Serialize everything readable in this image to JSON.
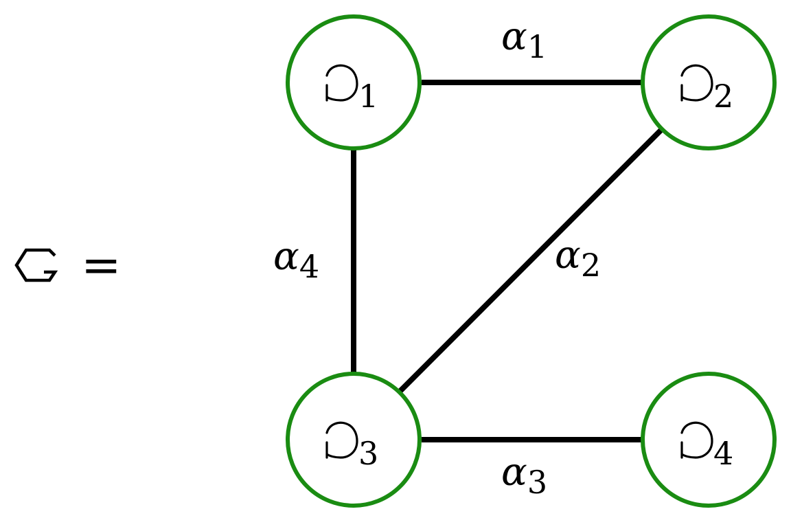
{
  "graph": {
    "name_icon": "graph-hexagon-icon",
    "equals": "=",
    "node_icon": "d-shaped-glyph-icon",
    "nodes": [
      {
        "id": "n1",
        "subscript": "1"
      },
      {
        "id": "n2",
        "subscript": "2"
      },
      {
        "id": "n3",
        "subscript": "3"
      },
      {
        "id": "n4",
        "subscript": "4"
      }
    ],
    "edges": [
      {
        "from": "n1",
        "to": "n2",
        "symbol": "α",
        "subscript": "1"
      },
      {
        "from": "n2",
        "to": "n3",
        "symbol": "α",
        "subscript": "2"
      },
      {
        "from": "n3",
        "to": "n4",
        "symbol": "α",
        "subscript": "3"
      },
      {
        "from": "n1",
        "to": "n3",
        "symbol": "α",
        "subscript": "4"
      }
    ],
    "colors": {
      "node_ring": "#1a8c12",
      "edge": "#000000",
      "text": "#000000"
    }
  }
}
